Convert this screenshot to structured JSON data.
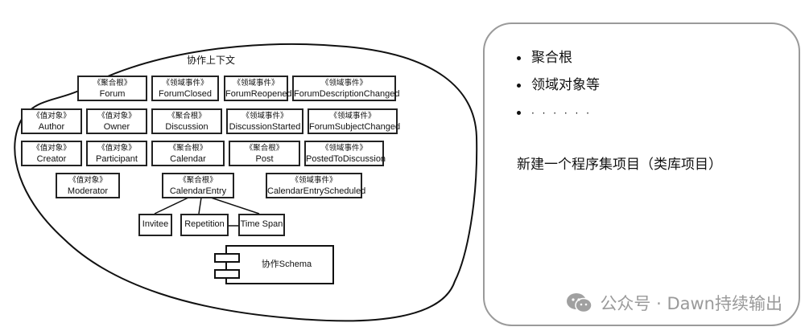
{
  "diagram": {
    "context_title": "协作上下文",
    "nodes": [
      {
        "stereotype": "《聚合根》",
        "name": "Forum"
      },
      {
        "stereotype": "《领域事件》",
        "name": "ForumClosed"
      },
      {
        "stereotype": "《领域事件》",
        "name": "ForumReopened"
      },
      {
        "stereotype": "《领域事件》",
        "name": "ForumDescriptionChanged"
      },
      {
        "stereotype": "《值对象》",
        "name": "Author"
      },
      {
        "stereotype": "《值对象》",
        "name": "Owner"
      },
      {
        "stereotype": "《聚合根》",
        "name": "Discussion"
      },
      {
        "stereotype": "《领域事件》",
        "name": "DiscussionStarted"
      },
      {
        "stereotype": "《领域事件》",
        "name": "ForumSubjectChanged"
      },
      {
        "stereotype": "《值对象》",
        "name": "Creator"
      },
      {
        "stereotype": "《值对象》",
        "name": "Participant"
      },
      {
        "stereotype": "《聚合根》",
        "name": "Calendar"
      },
      {
        "stereotype": "《聚合根》",
        "name": "Post"
      },
      {
        "stereotype": "《领域事件》",
        "name": "PostedToDiscussion"
      },
      {
        "stereotype": "《值对象》",
        "name": "Moderator"
      },
      {
        "stereotype": "《聚合根》",
        "name": "CalendarEntry"
      },
      {
        "stereotype": "《领域事件》",
        "name": "CalendarEntryScheduled"
      }
    ],
    "children": [
      "Invitee",
      "Repetition",
      "Time Span"
    ],
    "component": "协作Schema"
  },
  "panel": {
    "bullets": [
      "聚合根",
      "领域对象等",
      "· · · · · ·"
    ],
    "text": "新建一个程序集项目（类库项目）"
  },
  "watermark": {
    "text": "公众号 · Dawn持续输出",
    "icon": "wechat-icon"
  }
}
